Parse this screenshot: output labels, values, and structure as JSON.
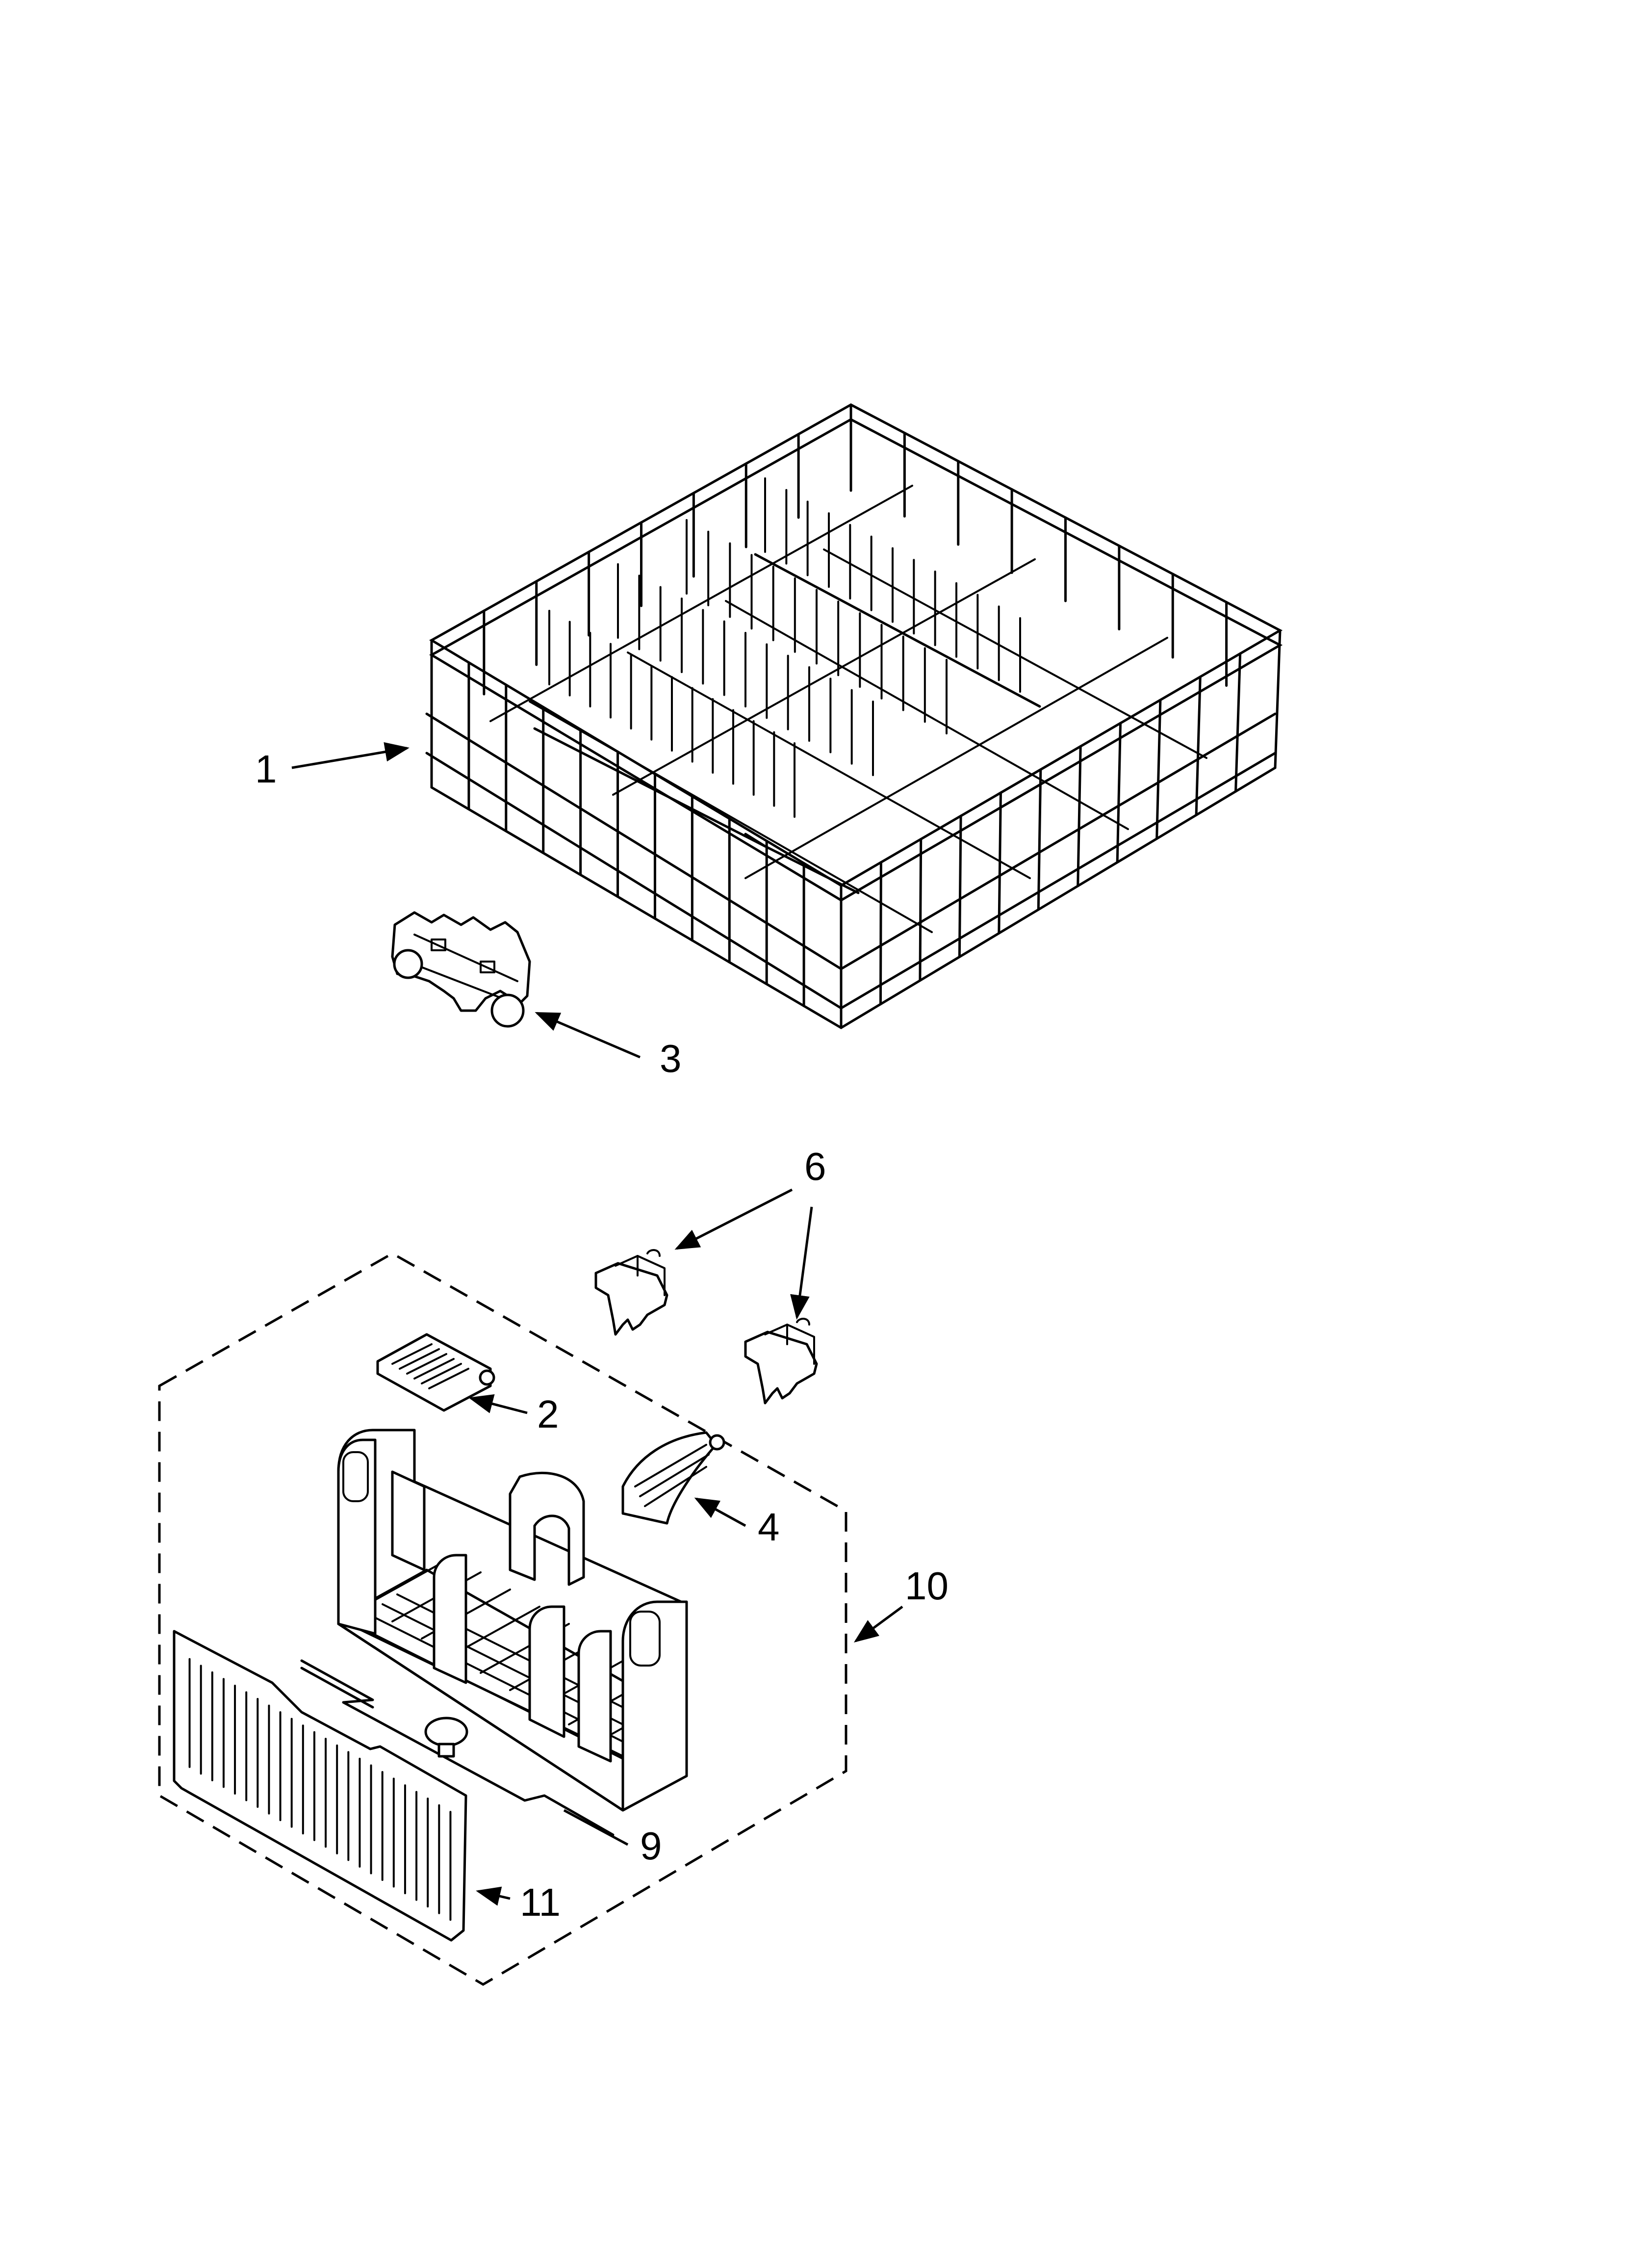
{
  "callouts": [
    {
      "id": "1",
      "label": "1"
    },
    {
      "id": "2",
      "label": "2"
    },
    {
      "id": "3",
      "label": "3"
    },
    {
      "id": "4",
      "label": "4"
    },
    {
      "id": "6",
      "label": "6"
    },
    {
      "id": "9",
      "label": "9"
    },
    {
      "id": "10",
      "label": "10"
    },
    {
      "id": "11",
      "label": "11"
    }
  ],
  "colors": {
    "ink": "#000000",
    "background": "#ffffff"
  }
}
